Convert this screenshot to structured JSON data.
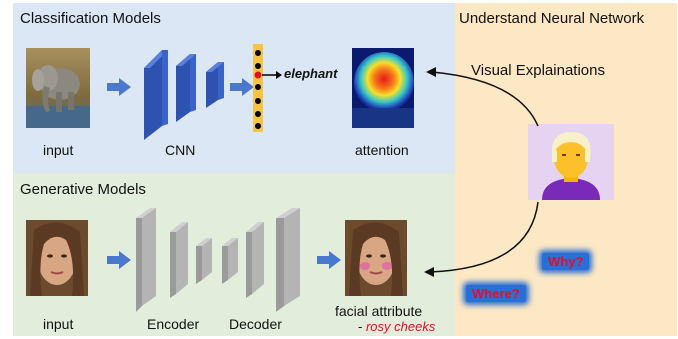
{
  "classification": {
    "title": "Classification Models",
    "input_label": "input",
    "cnn_label": "CNN",
    "prediction": "elephant",
    "attention_label": "attention"
  },
  "generative": {
    "title": "Generative Models",
    "input_label": "input",
    "encoder_label": "Encoder",
    "decoder_label": "Decoder",
    "output_label": "facial attribute",
    "attribute_label": "- rosy cheeks"
  },
  "side": {
    "title": "Understand Neural Network",
    "subtitle": "Visual Explainations",
    "why": "Why?",
    "where": "Where?"
  },
  "colors": {
    "classification_bg": "#dbe7f4",
    "generative_bg": "#e2eedb",
    "side_bg": "#fce8c4",
    "cnn_blue": "#3a63c8",
    "arrow_blue": "#4a78cc",
    "layer_gray": "#b4b4b4",
    "neuron_yellow": "#f5c542",
    "highlight_red": "#e0102a"
  }
}
